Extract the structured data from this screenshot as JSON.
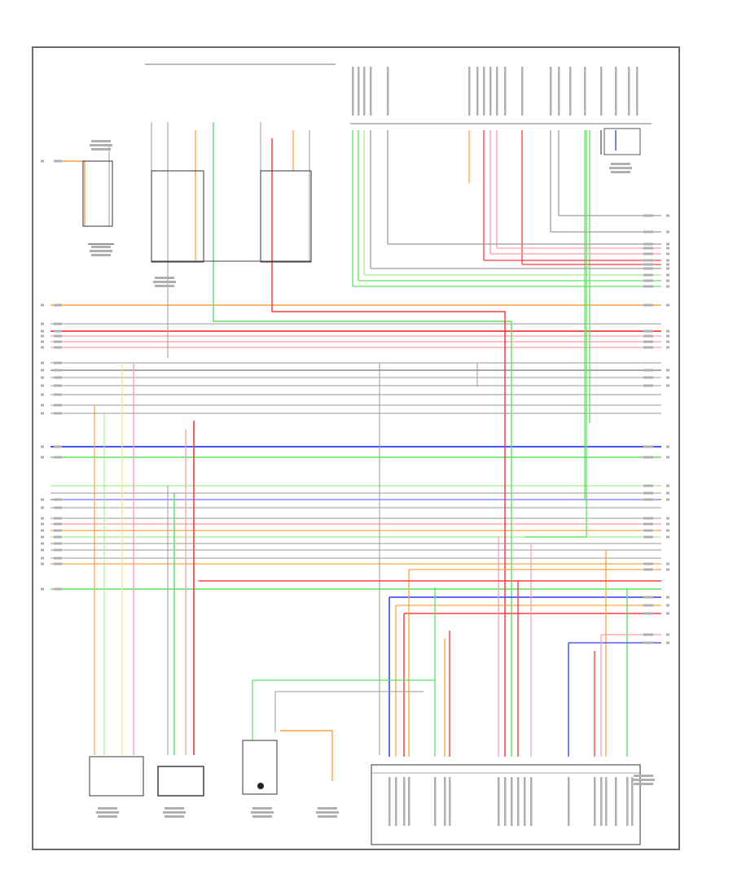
{
  "page": {
    "footer_code": ""
  },
  "colors": {
    "red": "#ff3b3b",
    "pink": "#ff9aa8",
    "orange": "#ffa040",
    "green": "#5ee05e",
    "lightgreen": "#a8ec8c",
    "blue": "#2e3df0",
    "lightblue": "#8c8cf5",
    "yellow": "#f5e27a",
    "gray": "#9a9a9a",
    "dark": "#555555"
  },
  "icons": {
    "ground": "ground-symbol",
    "switch": "switch-symbol",
    "connector_pin": "connector-pin-symbol"
  }
}
